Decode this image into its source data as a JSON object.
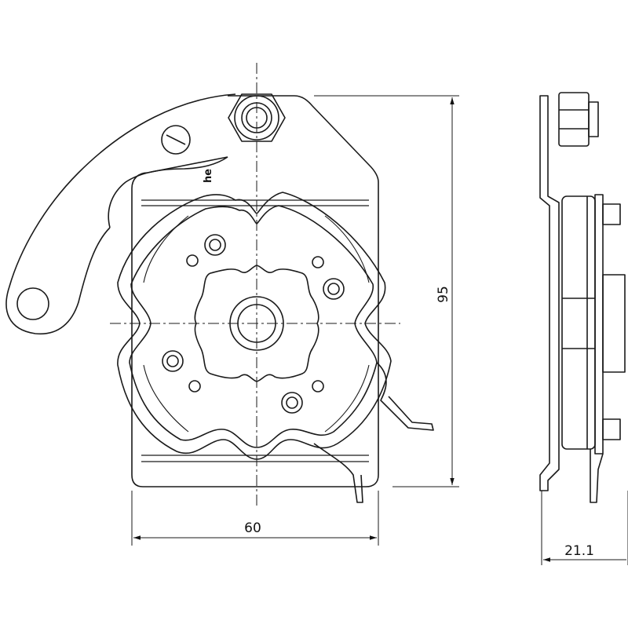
{
  "logo_fragment": "he",
  "dimensions": {
    "width": "60",
    "height": "95",
    "depth": "21.1"
  },
  "line_color": "#1a1a1a",
  "background": "#ffffff"
}
